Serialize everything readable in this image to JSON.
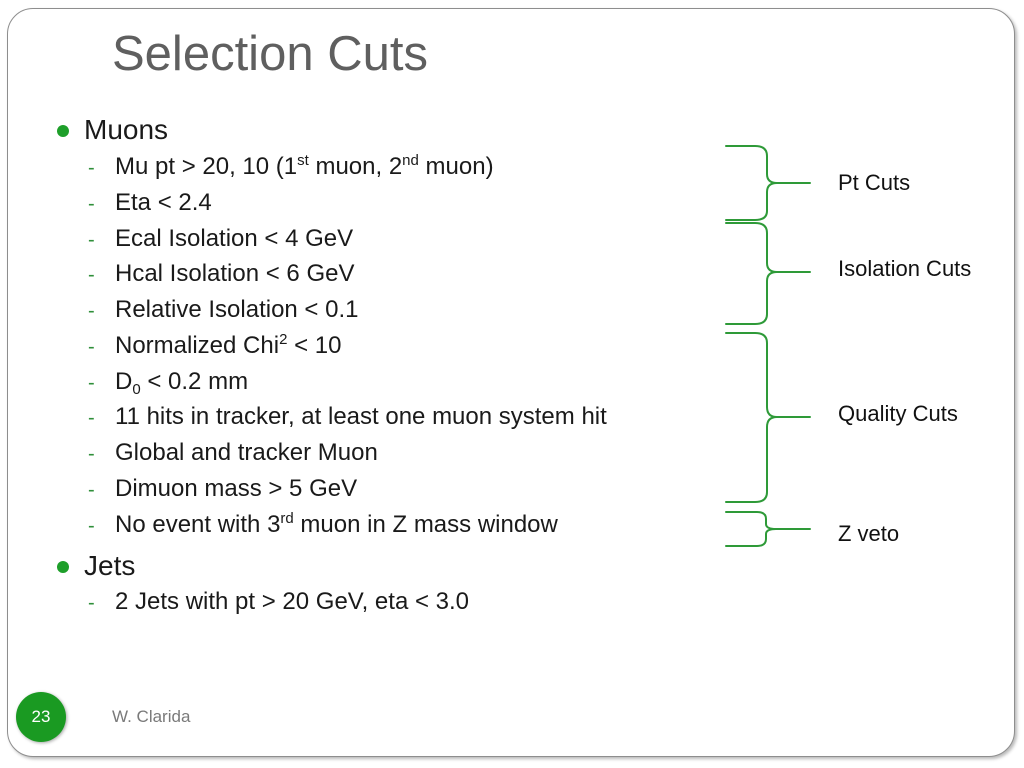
{
  "slide": {
    "title": "Selection Cuts",
    "footer": "W. Clarida",
    "page_number": "23",
    "accent_color": "#1e9f2a"
  },
  "sections": [
    {
      "label": "Muons",
      "items": [
        {
          "pre": "Mu pt > 20, 10 (1",
          "sup1": "st",
          "mid": " muon, 2",
          "sup2": "nd",
          "post": " muon)"
        },
        {
          "text": "Eta < 2.4"
        },
        {
          "text": "Ecal Isolation < 4 GeV"
        },
        {
          "text": "Hcal Isolation < 6 GeV"
        },
        {
          "text": "Relative Isolation < 0.1"
        },
        {
          "pre": "Normalized Chi",
          "sup": "2",
          "post": " < 10"
        },
        {
          "pre": "D",
          "sub": "0",
          "post": " < 0.2 mm"
        },
        {
          "text": "11 hits in tracker, at least one muon system hit"
        },
        {
          "text": "Global and tracker Muon"
        },
        {
          "text": "Dimuon mass > 5 GeV"
        },
        {
          "pre": "No event with 3",
          "sup": "rd",
          "post": " muon in Z mass window"
        }
      ]
    },
    {
      "label": "Jets",
      "items": [
        {
          "text": "2 Jets with pt > 20 GeV, eta < 3.0"
        }
      ]
    }
  ],
  "brace_labels": {
    "pt_cuts": "Pt Cuts",
    "isolation_cuts": "Isolation Cuts",
    "quality_cuts": "Quality Cuts",
    "z_veto": "Z veto"
  },
  "brace_color": "#2e9a38"
}
